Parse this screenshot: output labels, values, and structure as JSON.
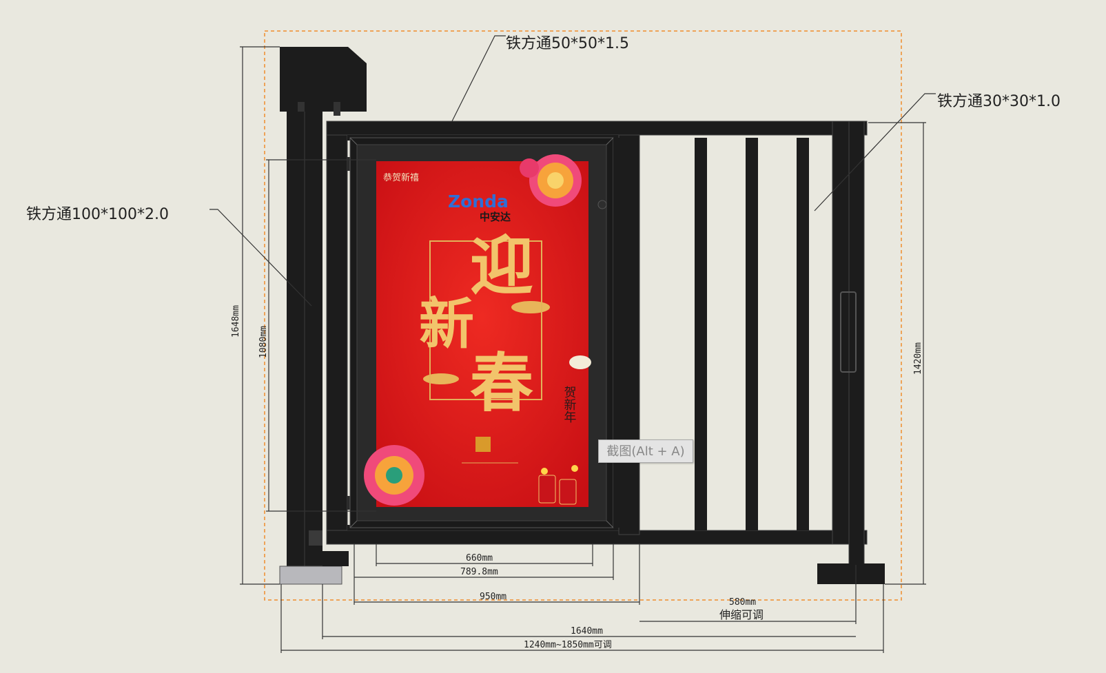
{
  "labels": {
    "top_tube": "铁方通50*50*1.5",
    "right_tube": "铁方通30*30*1.0",
    "post_tube": "铁方通100*100*2.0"
  },
  "dimensions": {
    "total_height": "1648mm",
    "panel_height": "1080mm",
    "gate_height": "1420mm",
    "screen_width": "660mm",
    "panel_width": "789.8mm",
    "door_width": "950mm",
    "telescopic_width": "580mm",
    "telescopic_note": "伸缩可调",
    "gate_length": "1640mm",
    "adjust_range": "1240mm~1850mm可调"
  },
  "poster": {
    "header": "恭贺新禧",
    "brand_latin": "Zonda",
    "brand_cn": "中安达",
    "title_1": "迎",
    "title_2": "新",
    "title_3": "春",
    "side_text": "贺新年"
  },
  "tooltip": {
    "text": "截图(Alt + A)"
  },
  "colors": {
    "background": "#e9e8df",
    "frame": "#1c1c1c",
    "poster_red": "#e3161b",
    "gold": "#f2c46b",
    "guide": "#f08c2c",
    "brand_blue": "#2f6fd6"
  }
}
